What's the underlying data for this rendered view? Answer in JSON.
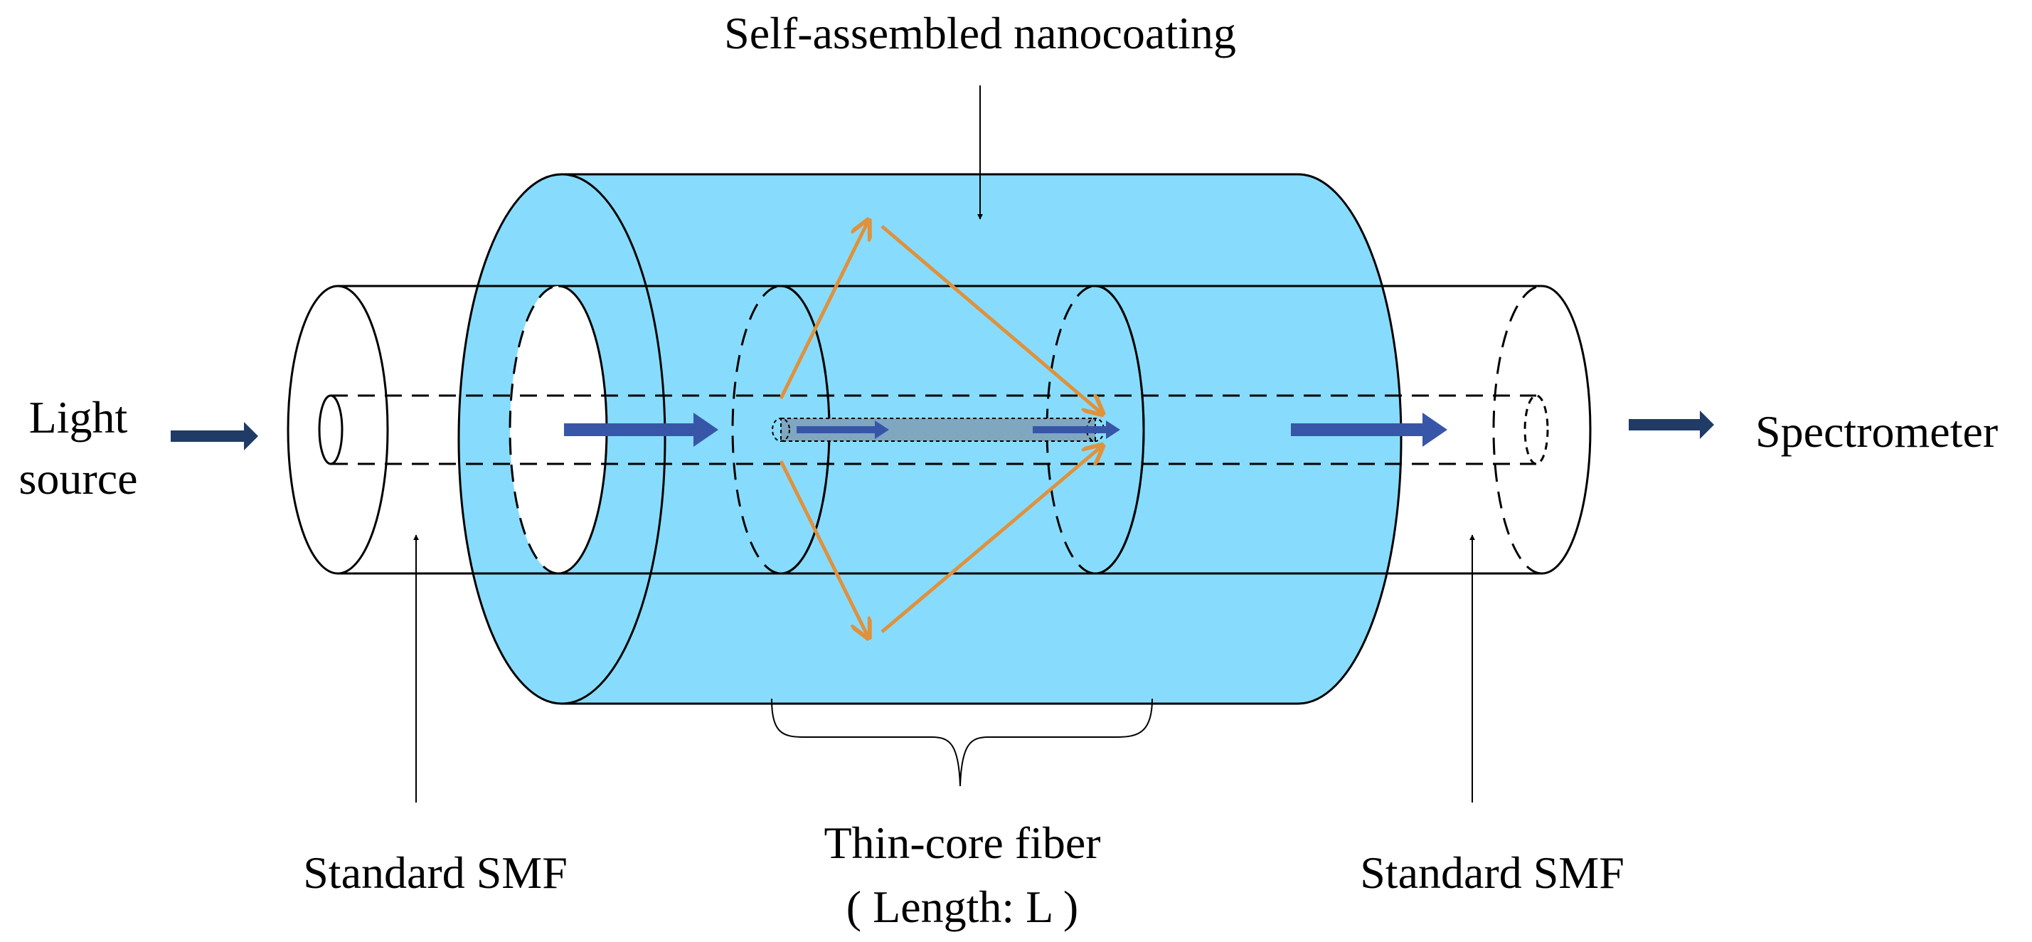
{
  "labels": {
    "nanocoating": "Self-assembled nanocoating",
    "light_line1": "Light",
    "light_line2": "source",
    "spectrometer": "Spectrometer",
    "smf_left": "Standard SMF",
    "smf_right": "Standard SMF",
    "tcf_line1": "Thin-core fiber",
    "tcf_line2": "( Length: L )"
  },
  "colors": {
    "coating_fill": "#87dcfd",
    "outline": "#000000",
    "light_arrow": "#3856a8",
    "io_arrow": "#1f3b66",
    "zigzag": "#e0913c",
    "thin_core_fill": "#7fa7c0"
  }
}
